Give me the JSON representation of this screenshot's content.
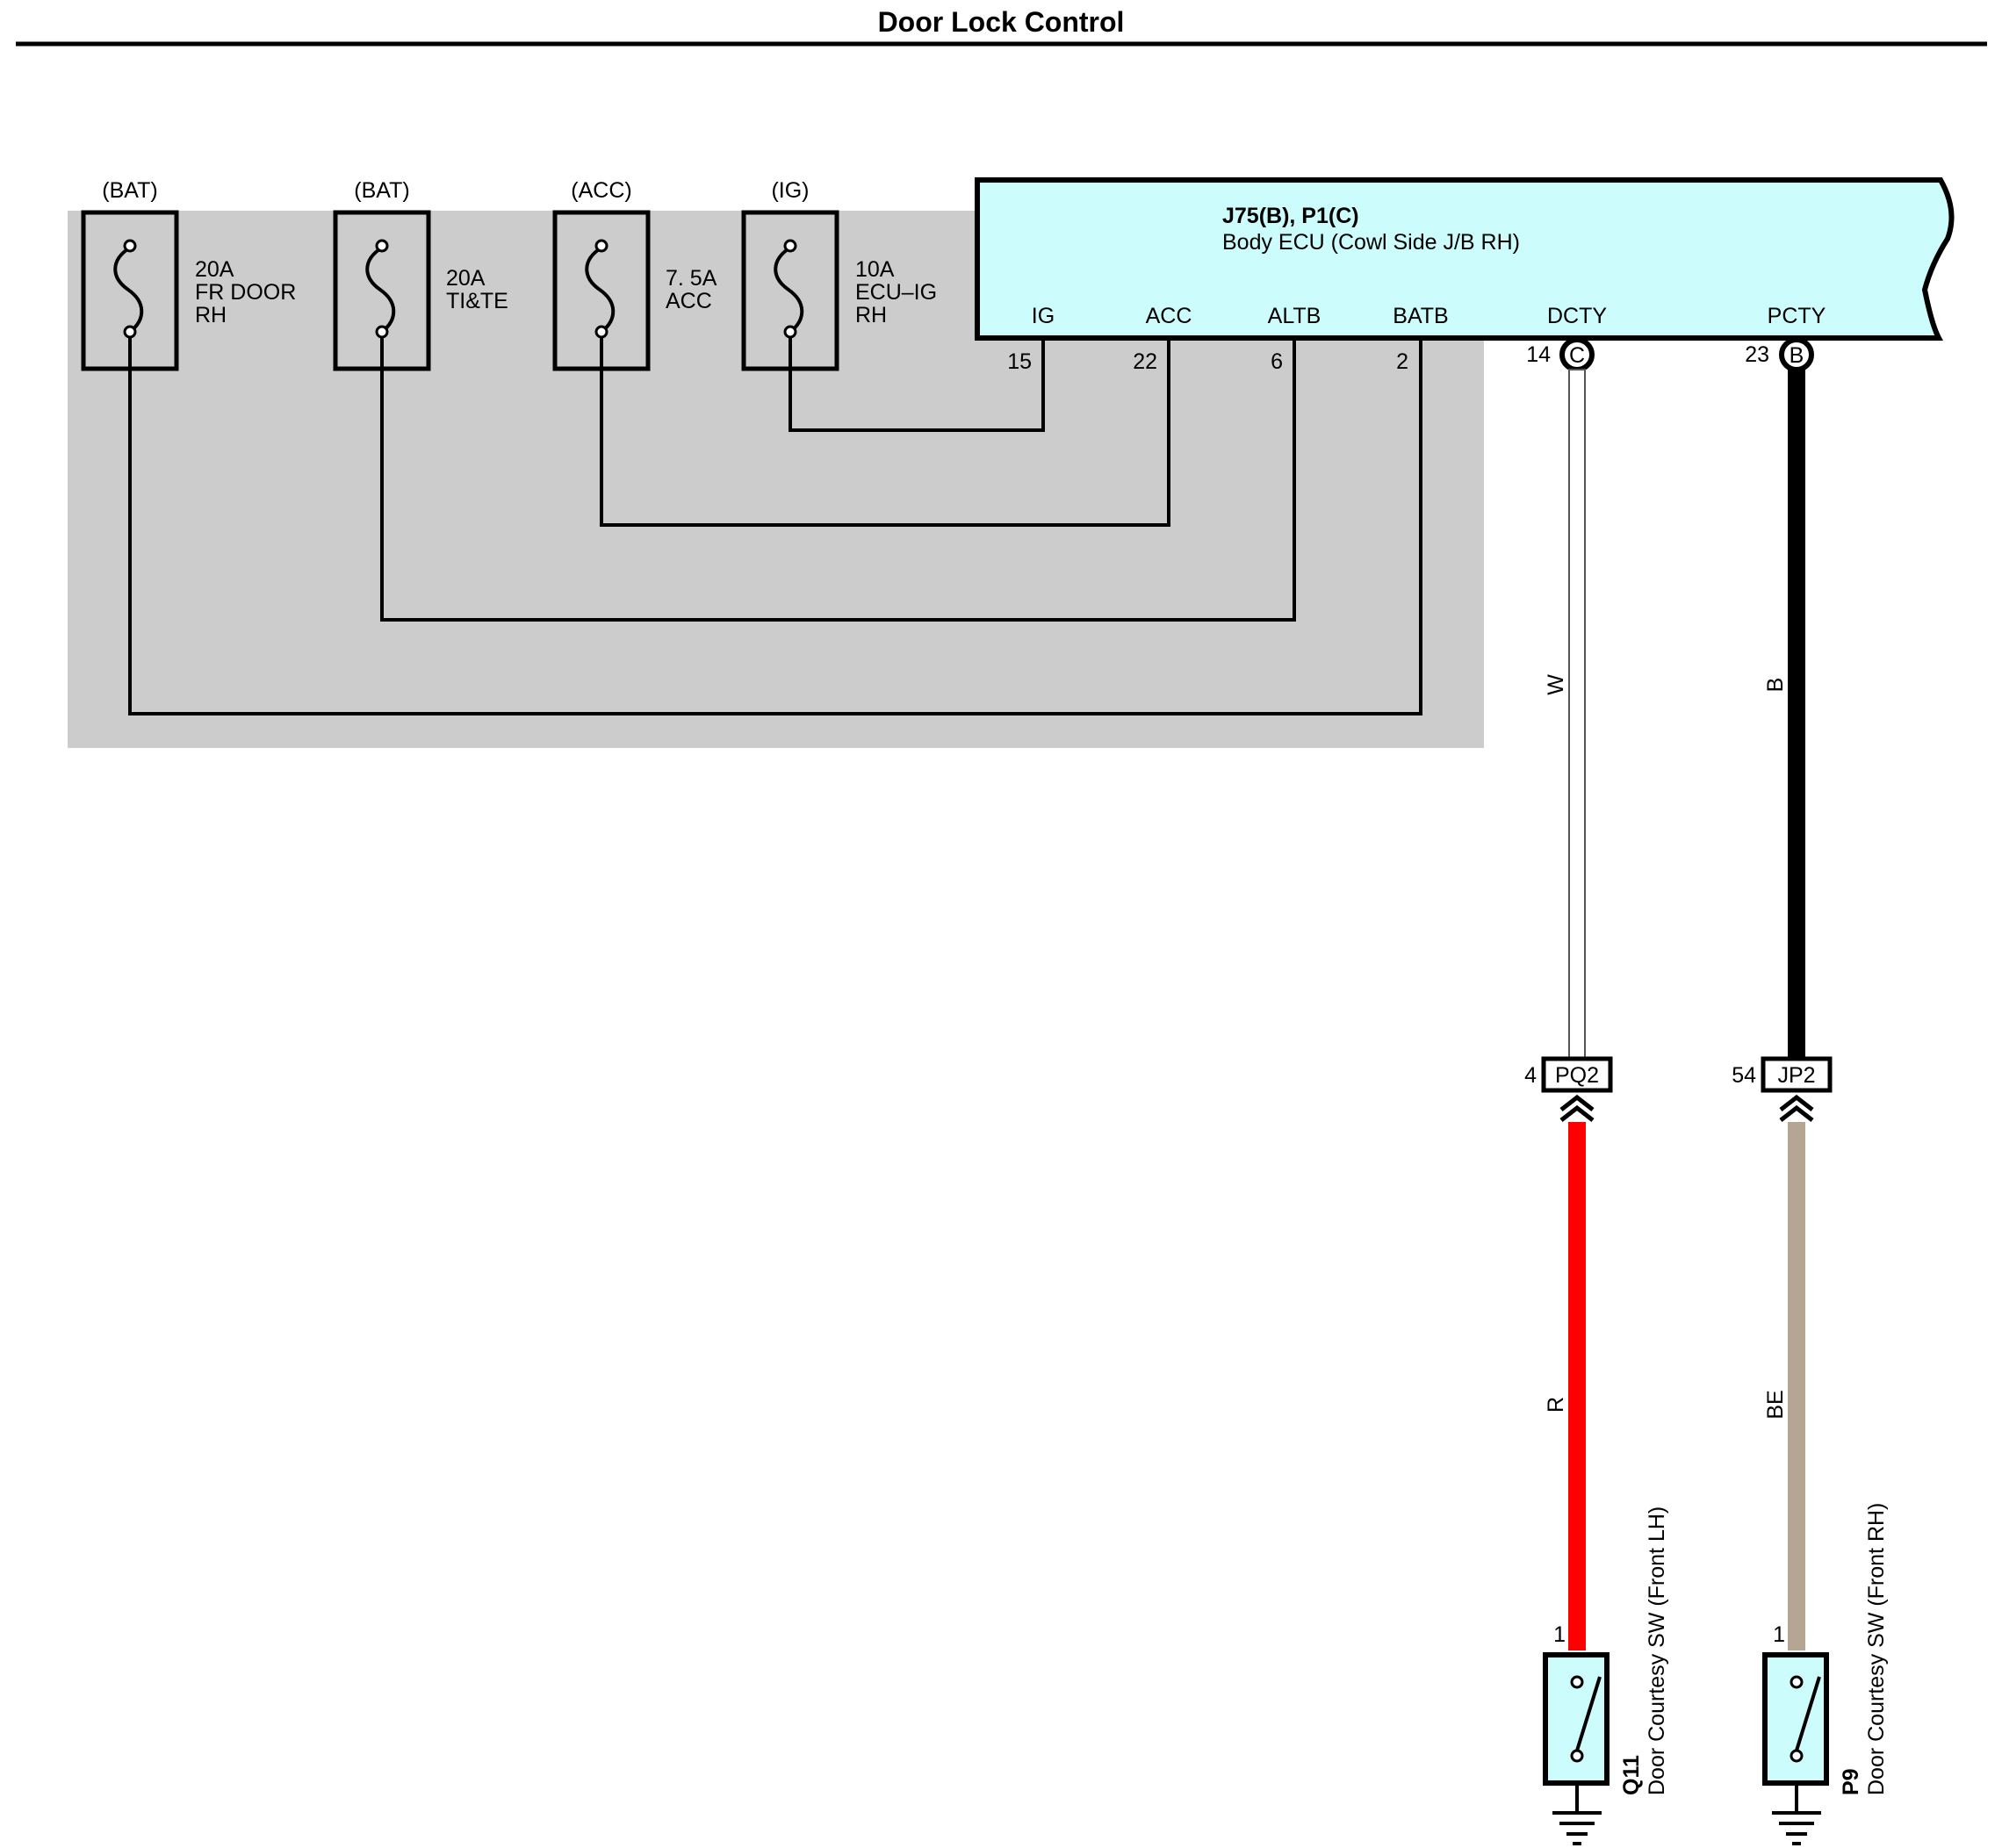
{
  "title": "Door Lock Control",
  "fuses": [
    {
      "supply": "(BAT)",
      "lines": [
        "20A",
        "FR DOOR",
        "RH"
      ]
    },
    {
      "supply": "(BAT)",
      "lines": [
        "20A",
        "TI&TE"
      ]
    },
    {
      "supply": "(ACC)",
      "lines": [
        "7. 5A",
        "ACC"
      ]
    },
    {
      "supply": "(IG)",
      "lines": [
        "10A",
        "ECU–IG",
        "RH"
      ]
    }
  ],
  "ecu": {
    "connector": "J75(B), P1(C)",
    "name": "Body ECU (Cowl Side J/B RH)",
    "pins": [
      {
        "name": "IG",
        "number": "15"
      },
      {
        "name": "ACC",
        "number": "22"
      },
      {
        "name": "ALTB",
        "number": "6"
      },
      {
        "name": "BATB",
        "number": "2"
      },
      {
        "name": "DCTY",
        "number": "14",
        "connector": "C"
      },
      {
        "name": "PCTY",
        "number": "23",
        "connector": "B"
      }
    ]
  },
  "wires": [
    {
      "color_code": "W",
      "hex": "#ffffff"
    },
    {
      "color_code": "B",
      "hex": "#000000"
    },
    {
      "color_code": "R",
      "hex": "#ff0000"
    },
    {
      "color_code": "BE",
      "hex": "#b5a593"
    }
  ],
  "junctions": [
    {
      "pin": "4",
      "label": "PQ2"
    },
    {
      "pin": "54",
      "label": "JP2"
    }
  ],
  "switches": [
    {
      "pin": "1",
      "id": "Q11",
      "name": "Door Courtesy SW (Front LH)"
    },
    {
      "pin": "1",
      "id": "P9",
      "name": "Door Courtesy SW (Front RH)"
    }
  ],
  "colors": {
    "ecu_fill": "#ccfcfc",
    "shade": "#cccccc",
    "switch_fill": "#ccfcfc"
  }
}
